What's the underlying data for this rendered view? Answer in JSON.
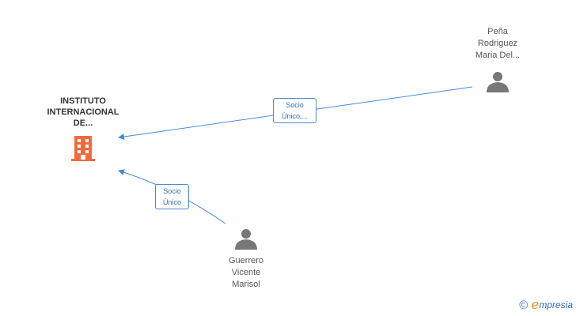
{
  "nodes": {
    "company": {
      "label_lines": [
        "INSTITUTO",
        "INTERNACIONAL",
        "DE..."
      ],
      "color": "#f26a3b"
    },
    "person_top": {
      "label_lines": [
        "Peña",
        "Rodriguez",
        "Maria Del..."
      ]
    },
    "person_bottom": {
      "label_lines": [
        "Guerrero",
        "Vicente",
        "Marisol"
      ]
    }
  },
  "edges": [
    {
      "label_lines": [
        "Socio",
        "Único,..."
      ]
    },
    {
      "label_lines": [
        "Socio",
        "Único"
      ]
    }
  ],
  "footer": {
    "copyright": "©",
    "brand_e": "e",
    "brand_rest": "mpresia"
  },
  "colors": {
    "edge": "#4a8ad4",
    "person_icon": "#777777",
    "company_icon": "#f26a3b"
  }
}
